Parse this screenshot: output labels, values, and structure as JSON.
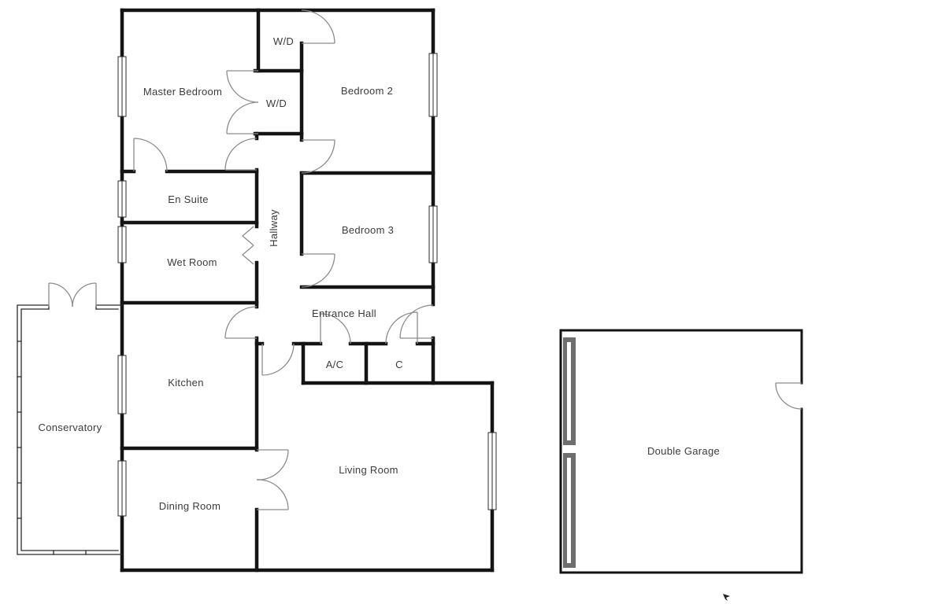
{
  "floorplan": {
    "labels": {
      "master_bedroom": "Master Bedroom",
      "wd_upper": "W/D",
      "wd_lower": "W/D",
      "bedroom_2": "Bedroom 2",
      "en_suite": "En Suite",
      "hallway": "Hallway",
      "bedroom_3": "Bedroom 3",
      "wet_room": "Wet Room",
      "entrance_hall": "Entrance Hall",
      "ac_closet": "A/C",
      "closet": "C",
      "kitchen": "Kitchen",
      "conservatory": "Conservatory",
      "dining_room": "Dining Room",
      "living_room": "Living Room",
      "double_garage": "Double Garage"
    },
    "colors": {
      "wall": "#141414",
      "door": "#8c8c8c",
      "window": "#2b2b2b",
      "label": "#3c3c3c",
      "garage_door": "#6e6e6e"
    }
  }
}
